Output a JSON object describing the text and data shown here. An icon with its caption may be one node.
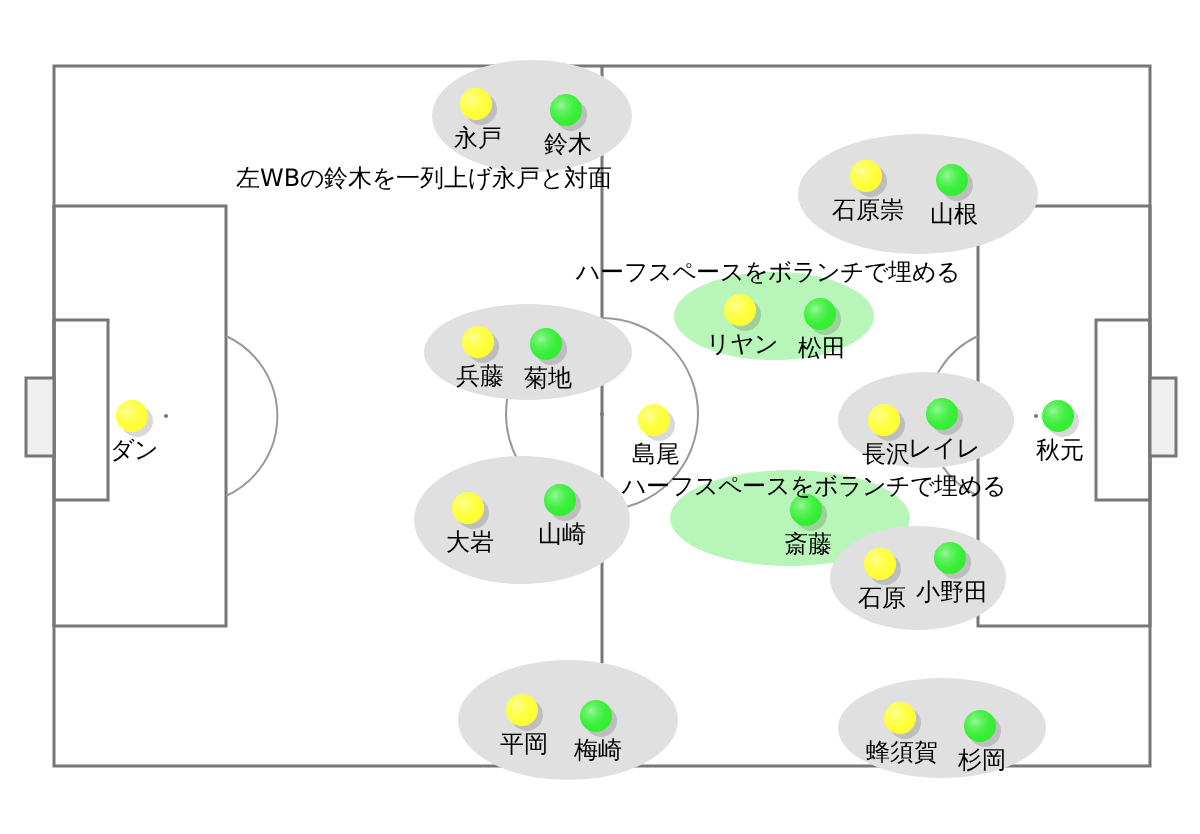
{
  "diagram": {
    "nodes": [
      {
        "text": [],
        "shape": "ellipse"
      },
      {
        "text": [
          "永戸"
        ],
        "in": 0
      },
      {
        "text": [
          "鈴木"
        ],
        "in": 0
      },
      {
        "text": [],
        "shape": "ellipse"
      },
      {
        "text": [
          "石原崇"
        ],
        "in": 3
      },
      {
        "text": [
          "山根"
        ],
        "in": 3
      },
      {
        "text": [],
        "shape": "ellipse"
      },
      {
        "text": [
          "リヤン"
        ],
        "in": 6
      },
      {
        "text": [
          "松田"
        ],
        "in": 6
      },
      {
        "text": [],
        "shape": "ellipse"
      },
      {
        "text": [
          "兵藤"
        ],
        "in": 9
      },
      {
        "text": [
          "菊地"
        ],
        "in": 9
      },
      {
        "text": [
          "ダン"
        ]
      },
      {
        "text": [
          "島尾"
        ]
      },
      {
        "text": [],
        "shape": "ellipse"
      },
      {
        "text": [
          "長沢"
        ],
        "in": 14
      },
      {
        "text": [
          "レイレ"
        ],
        "in": 14
      },
      {
        "text": [
          "秋元"
        ]
      },
      {
        "text": [],
        "shape": "ellipse"
      },
      {
        "text": [
          "大岩"
        ],
        "in": 18
      },
      {
        "text": [
          "山崎"
        ],
        "in": 18
      },
      {
        "text": [],
        "shape": "ellipse"
      },
      {
        "text": [
          "斎藤"
        ],
        "in": 21
      },
      {
        "text": [],
        "shape": "ellipse"
      },
      {
        "text": [
          "石原"
        ],
        "in": 23
      },
      {
        "text": [
          "小野田"
        ],
        "in": 23
      },
      {
        "text": [],
        "shape": "ellipse"
      },
      {
        "text": [
          "平岡"
        ],
        "in": 26
      },
      {
        "text": [
          "梅崎"
        ],
        "in": 26
      },
      {
        "text": [],
        "shape": "ellipse"
      },
      {
        "text": [
          "蜂須賀"
        ],
        "in": 29
      },
      {
        "text": [
          "杉岡"
        ],
        "in": 29
      }
    ],
    "labels": [
      "左WBの鈴木を一列上げ永戸と対面",
      "ハーフスペースをボランチで埋める",
      "ハーフスペースをボランチで埋める"
    ]
  }
}
